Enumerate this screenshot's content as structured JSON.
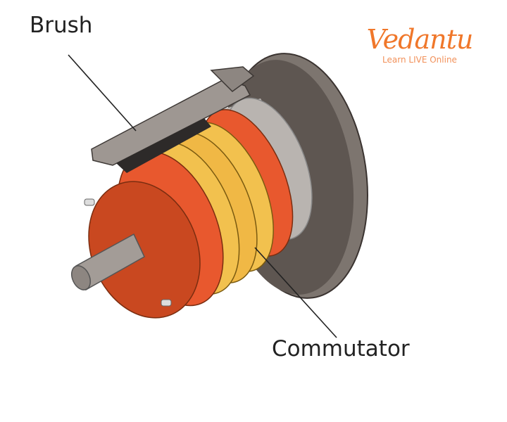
{
  "labels": {
    "brush": "Brush",
    "commutator": "Commutator"
  },
  "logo": {
    "name": "Vedantu",
    "tagline": "Learn LIVE Online"
  },
  "colors": {
    "orange": "#e05a2b",
    "yellow": "#f2c14e",
    "dark_disk": "#5e5651",
    "gray": "#b9b4b0",
    "logo": "#f0772a"
  }
}
